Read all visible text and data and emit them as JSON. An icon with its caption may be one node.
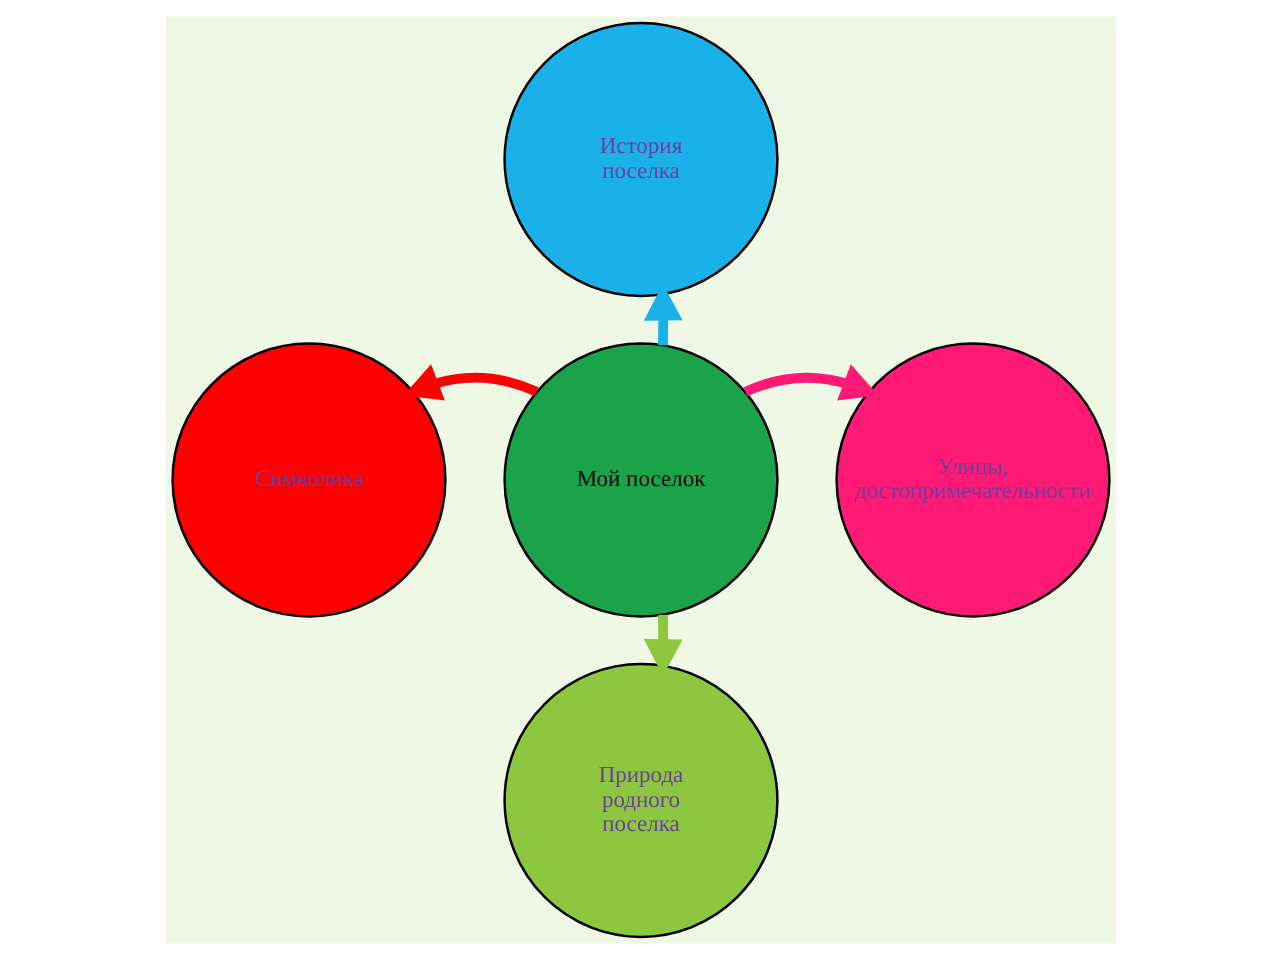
{
  "diagram": {
    "nodes": [
      {
        "text": [
          "Мой поселок"
        ]
      },
      {
        "text": [
          "История поселка"
        ]
      },
      {
        "text": [
          "Символика"
        ]
      },
      {
        "text": [
          "Улицы, достопримечательности"
        ]
      },
      {
        "text": [
          "Природа родного поселка"
        ]
      }
    ],
    "edges": [
      {
        "from": 0,
        "to": 1,
        "arrow": "to",
        "color": "#1ab0e8"
      },
      {
        "from": 0,
        "to": 2,
        "arrow": "to",
        "color": "#ff0000"
      },
      {
        "from": 0,
        "to": 3,
        "arrow": "to",
        "color": "#ff1a75"
      },
      {
        "from": 0,
        "to": 4,
        "arrow": "to",
        "color": "#8dc63f"
      }
    ]
  }
}
